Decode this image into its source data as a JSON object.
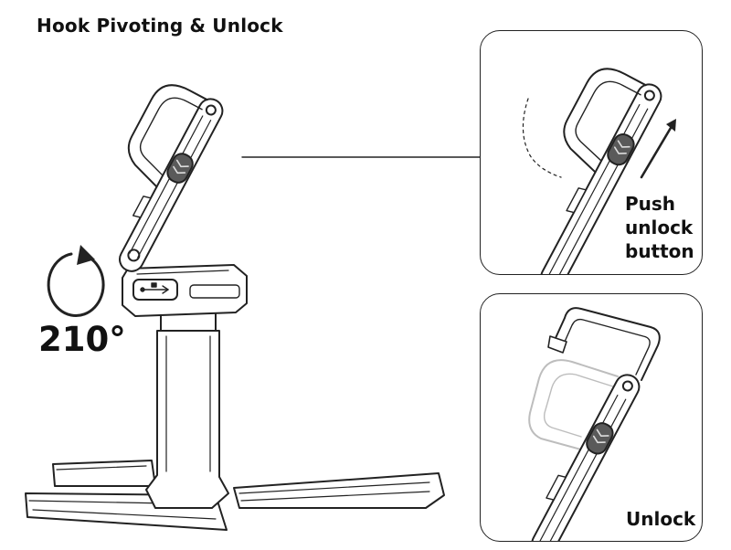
{
  "title": "Hook Pivoting & Unlock",
  "rotation_label": "210°",
  "detail_top": {
    "label_lines": [
      "Push",
      "unlock",
      "button"
    ]
  },
  "detail_bottom": {
    "label": "Unlock"
  },
  "colors": {
    "line": "#222222",
    "button_fill": "#5a5a5a",
    "ghost_line": "#bdbdbd"
  },
  "icons": [
    "rotation-arrow-icon",
    "usb-icon",
    "unlock-button-icon",
    "push-arrow-icon"
  ]
}
